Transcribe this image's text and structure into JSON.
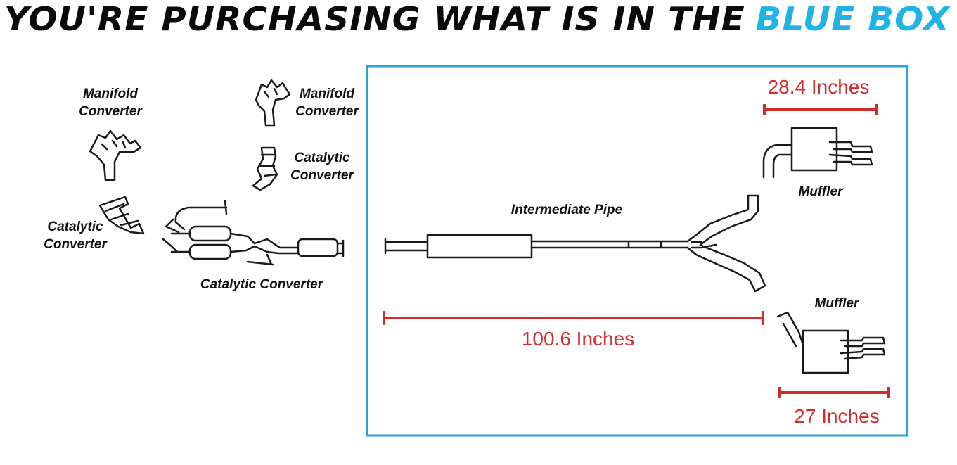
{
  "headline": {
    "lead": "YOU'RE PURCHASING WHAT IS IN THE",
    "highlight": "BLUE BOX"
  },
  "colors": {
    "headline": "#0a0a0a",
    "highlight": "#1fb3e8",
    "box_border": "#2aa3d6",
    "dimension": "#d42b2b",
    "ink": "#1a1a1a"
  },
  "left_labels": {
    "manifold_a": [
      "Manifold",
      "Converter"
    ],
    "catalytic_a": [
      "Catalytic",
      "Converter"
    ],
    "manifold_b": [
      "Manifold",
      "Converter"
    ],
    "catalytic_b": [
      "Catalytic",
      "Converter"
    ],
    "catalytic_main": "Catalytic Converter"
  },
  "blue_box": {
    "intermediate_pipe": "Intermediate Pipe",
    "muffler_top": "Muffler",
    "muffler_bottom": "Muffler",
    "dim_pipe": "100.6 Inches",
    "dim_muffler_top": "28.4 Inches",
    "dim_muffler_bottom": "27 Inches"
  }
}
